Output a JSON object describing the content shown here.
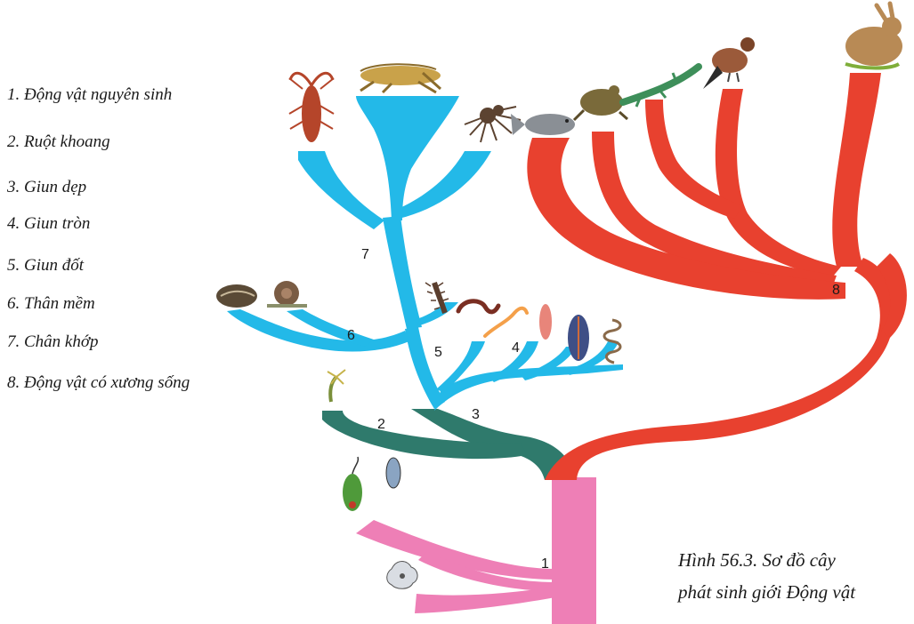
{
  "legend": [
    {
      "label": "1. Động vật nguyên sinh"
    },
    {
      "label": "2. Ruột khoang"
    },
    {
      "label": "3. Giun dẹp"
    },
    {
      "label": "4. Giun tròn"
    },
    {
      "label": "5. Giun đốt"
    },
    {
      "label": "6. Thân mềm"
    },
    {
      "label": "7. Chân khớp"
    },
    {
      "label": "8. Động vật có xương sống"
    }
  ],
  "branch_numbers": [
    "1",
    "2",
    "3",
    "4",
    "5",
    "6",
    "7",
    "8"
  ],
  "caption": {
    "line1": "Hình 56.3. Sơ đồ cây",
    "line2": "phát sinh giới Động vật"
  },
  "colors": {
    "protozoa": "#ee7fb6",
    "cnidaria": "#2f7a6c",
    "invertebrates": "#23b9e8",
    "vertebrates": "#e8412f"
  },
  "organism_icons": [
    "lobster-icon",
    "grasshopper-icon",
    "spider-icon",
    "fish-icon",
    "frog-icon",
    "lizard-icon",
    "bird-icon",
    "rabbit-icon",
    "mussel-icon",
    "snail-icon",
    "centipede-icon",
    "earthworm-icon",
    "nematode-icon",
    "flatworm-icon",
    "leaf-worm-icon",
    "roundworm-coil-icon",
    "hydra-icon",
    "euglena-icon",
    "paramecium-icon",
    "amoeba-icon"
  ]
}
